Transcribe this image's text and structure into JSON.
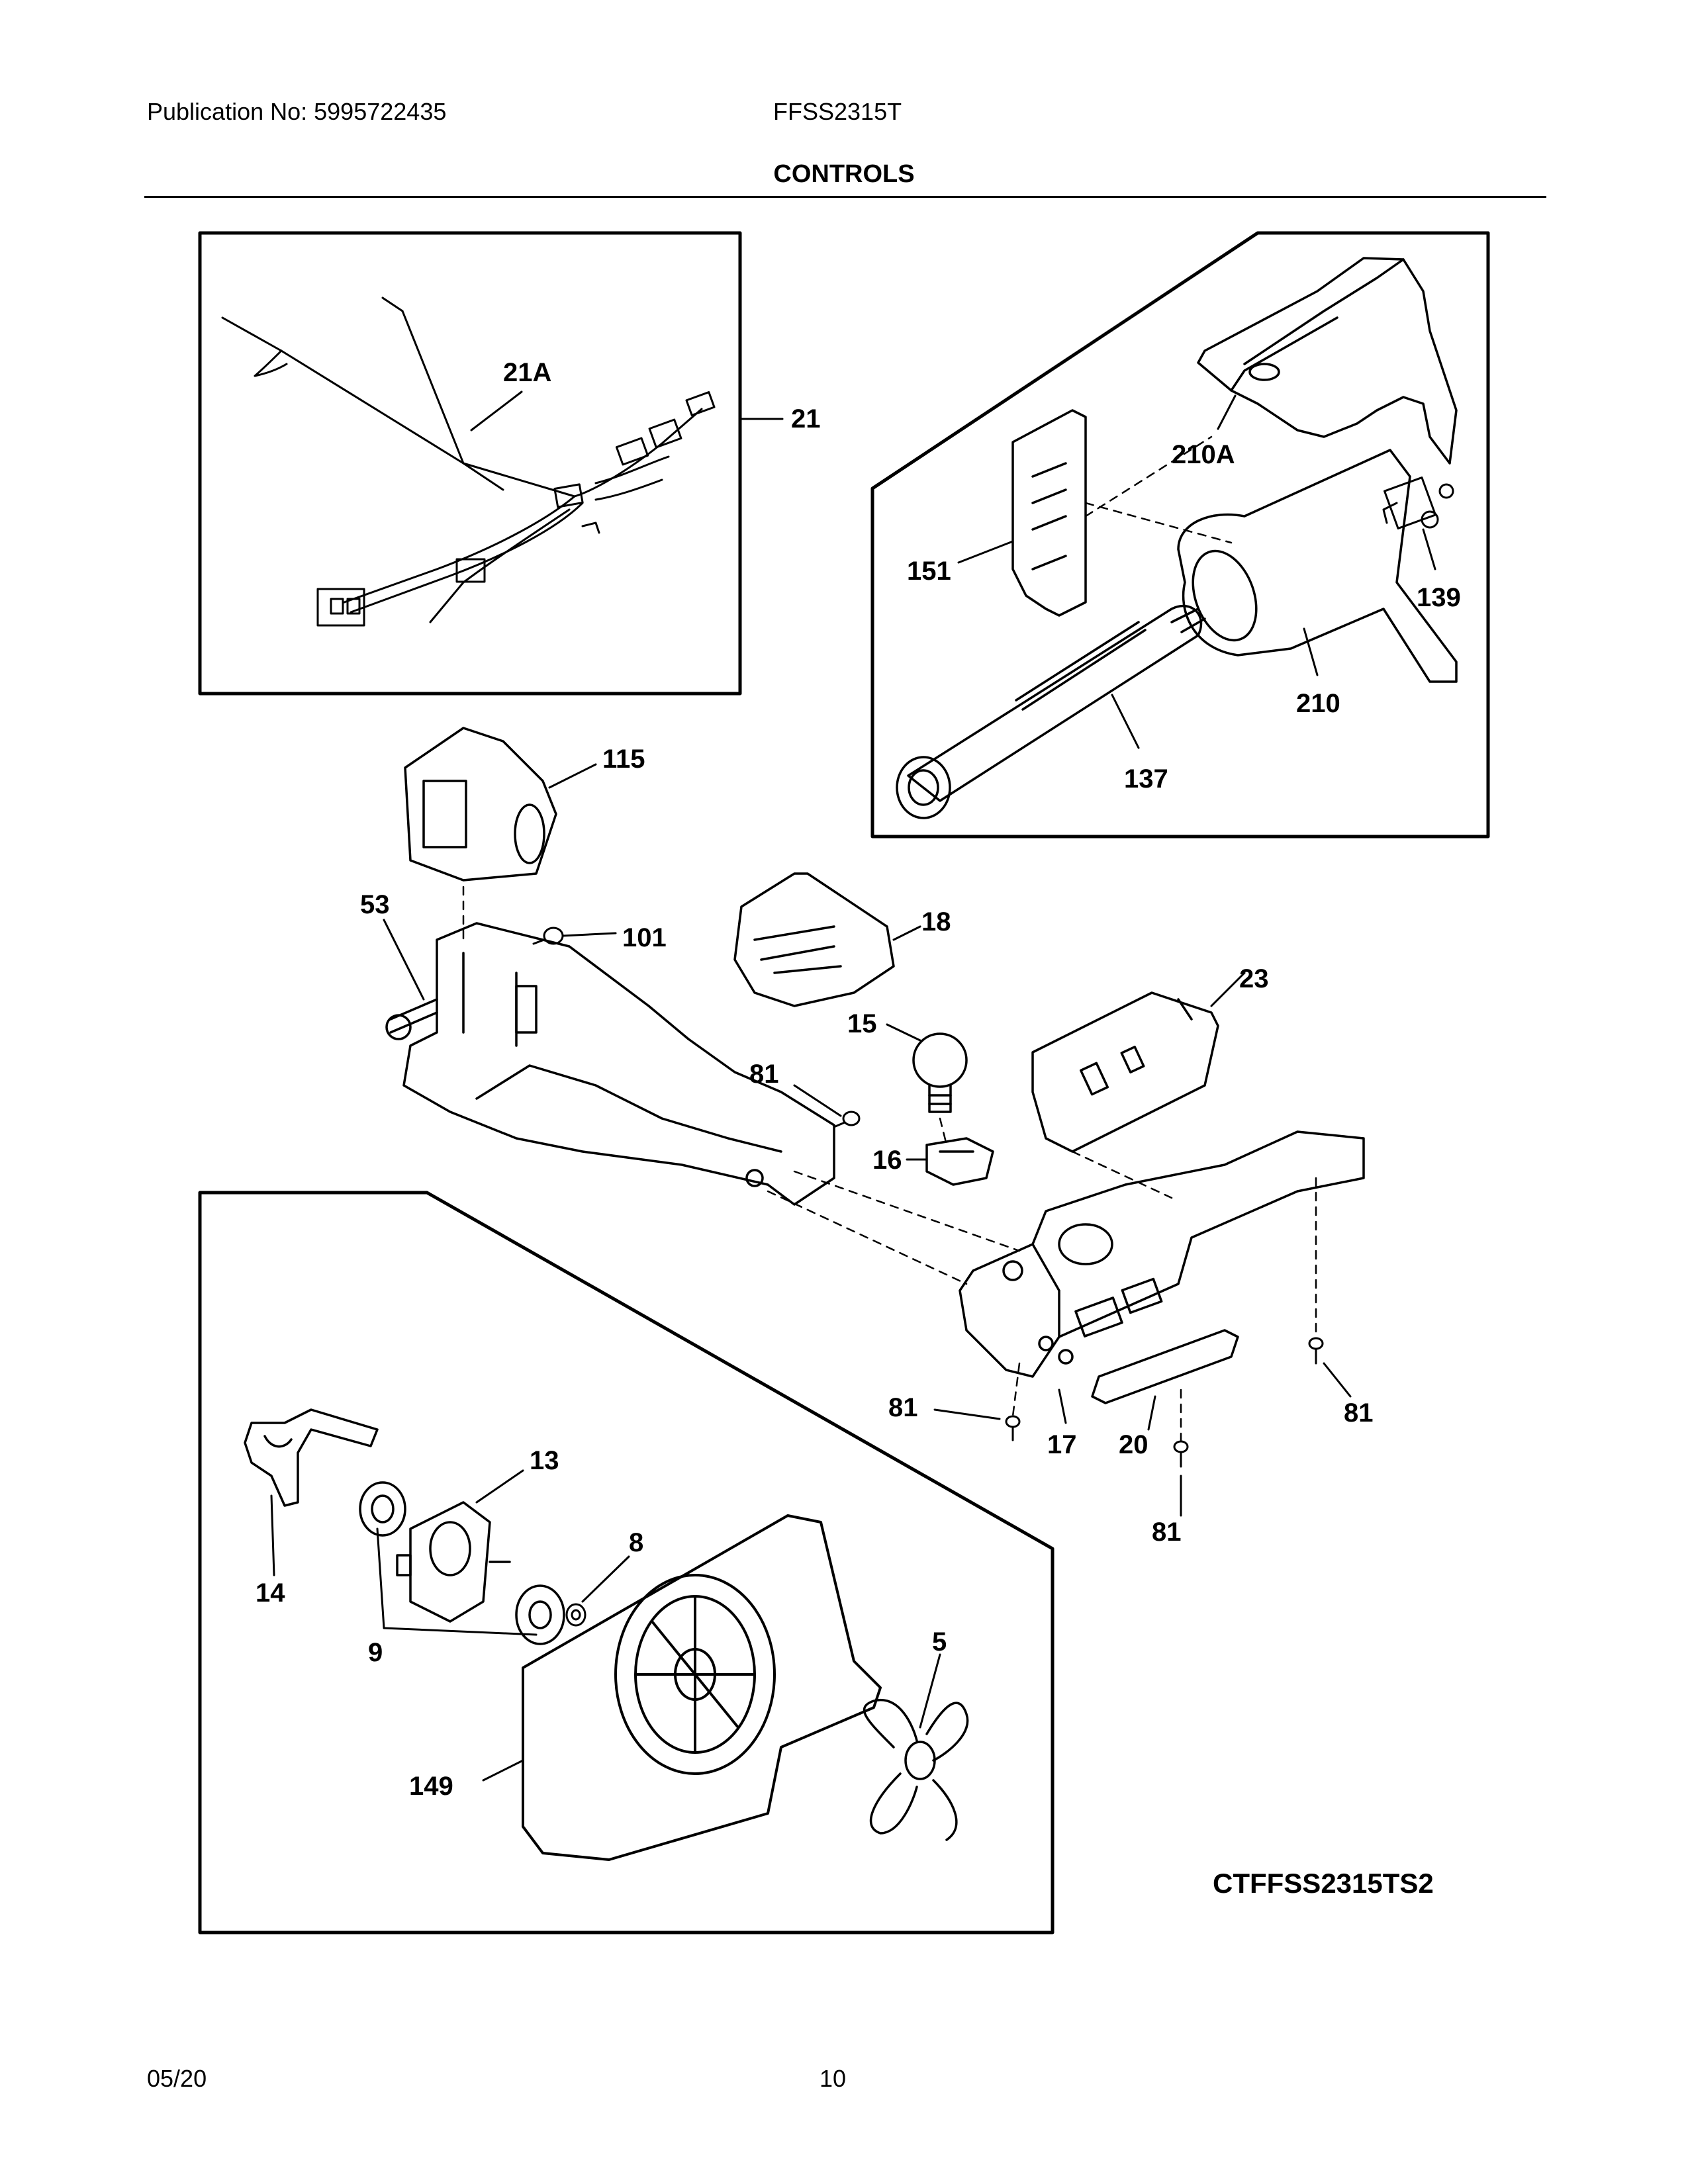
{
  "header": {
    "publication": "Publication No: 5995722435",
    "model": "FFSS2315T",
    "title": "CONTROLS"
  },
  "diagram_code": "CTFFSS2315TS2",
  "footer": {
    "date": "05/20",
    "page": "10"
  },
  "callouts": {
    "p21": "21",
    "p21A": "21A",
    "p210A": "210A",
    "p151": "151",
    "p139": "139",
    "p210": "210",
    "p137": "137",
    "p115": "115",
    "p53": "53",
    "p101": "101",
    "p18": "18",
    "p23": "23",
    "p15": "15",
    "p81a": "81",
    "p16": "16",
    "p81b": "81",
    "p81c": "81",
    "p17": "17",
    "p20": "20",
    "p81d": "81",
    "p13": "13",
    "p8": "8",
    "p14": "14",
    "p9": "9",
    "p5": "5",
    "p149": "149"
  }
}
